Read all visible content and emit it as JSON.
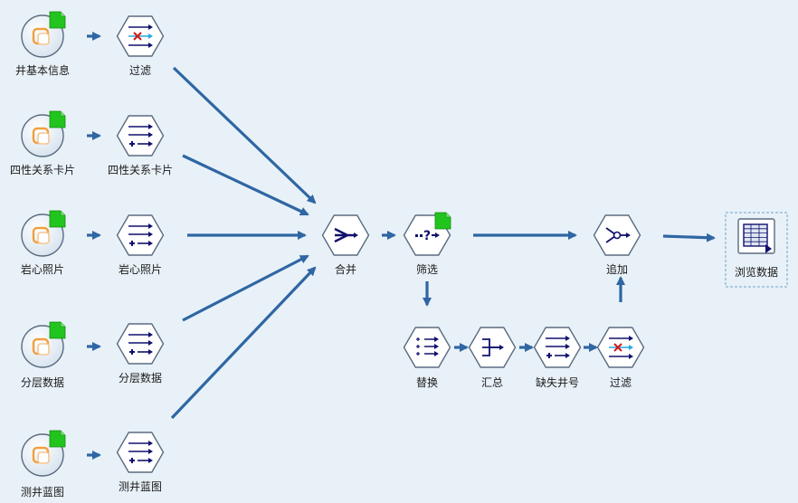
{
  "nodes": {
    "src1": {
      "label": "井基本信息",
      "kind": "source",
      "icon": "database-source-icon"
    },
    "src2": {
      "label": "四性关系卡片",
      "kind": "source",
      "icon": "database-source-icon"
    },
    "src3": {
      "label": "岩心照片",
      "kind": "source",
      "icon": "database-source-icon"
    },
    "src4": {
      "label": "分层数据",
      "kind": "source",
      "icon": "database-source-icon"
    },
    "src5": {
      "label": "测井蓝图",
      "kind": "source",
      "icon": "database-source-icon"
    },
    "flt1": {
      "label": "过滤",
      "kind": "filter",
      "icon": "filter-icon"
    },
    "der2": {
      "label": "四性关系卡片",
      "kind": "derive",
      "icon": "derive-icon"
    },
    "der3": {
      "label": "岩心照片",
      "kind": "derive",
      "icon": "derive-icon"
    },
    "der4": {
      "label": "分层数据",
      "kind": "derive",
      "icon": "derive-icon"
    },
    "der5": {
      "label": "测井蓝图",
      "kind": "derive",
      "icon": "derive-icon"
    },
    "merge": {
      "label": "合并",
      "kind": "merge",
      "icon": "merge-icon"
    },
    "select": {
      "label": "筛选",
      "kind": "select",
      "icon": "select-icon"
    },
    "append": {
      "label": "追加",
      "kind": "append",
      "icon": "append-icon"
    },
    "table": {
      "label": "浏览数据",
      "kind": "table",
      "icon": "table-output-icon"
    },
    "replace": {
      "label": "替换",
      "kind": "replace",
      "icon": "replace-icon"
    },
    "aggregate": {
      "label": "汇总",
      "kind": "aggregate",
      "icon": "aggregate-icon"
    },
    "missing": {
      "label": "缺失井号",
      "kind": "derive",
      "icon": "derive-icon"
    },
    "flt2": {
      "label": "过滤",
      "kind": "filter",
      "icon": "filter-icon"
    }
  },
  "edges": [
    [
      "src1",
      "flt1"
    ],
    [
      "src2",
      "der2"
    ],
    [
      "src3",
      "der3"
    ],
    [
      "src4",
      "der4"
    ],
    [
      "src5",
      "der5"
    ],
    [
      "flt1",
      "merge"
    ],
    [
      "der2",
      "merge"
    ],
    [
      "der3",
      "merge"
    ],
    [
      "der4",
      "merge"
    ],
    [
      "der5",
      "merge"
    ],
    [
      "merge",
      "select"
    ],
    [
      "select",
      "append"
    ],
    [
      "select",
      "replace"
    ],
    [
      "replace",
      "aggregate"
    ],
    [
      "aggregate",
      "missing"
    ],
    [
      "missing",
      "flt2"
    ],
    [
      "flt2",
      "append"
    ],
    [
      "append",
      "table"
    ]
  ],
  "colors": {
    "background": "#e8f1f8",
    "arrow": "#2f66a3",
    "hex_fill": "#ffffff",
    "hex_stroke": "#5a6b80",
    "glyph": "#10106e",
    "red_x": "#d01818",
    "cyan": "#29a8e0",
    "source_orange": "#f0a040",
    "badge_green": "#22c41e",
    "selection_border": "#6fa3c8"
  }
}
